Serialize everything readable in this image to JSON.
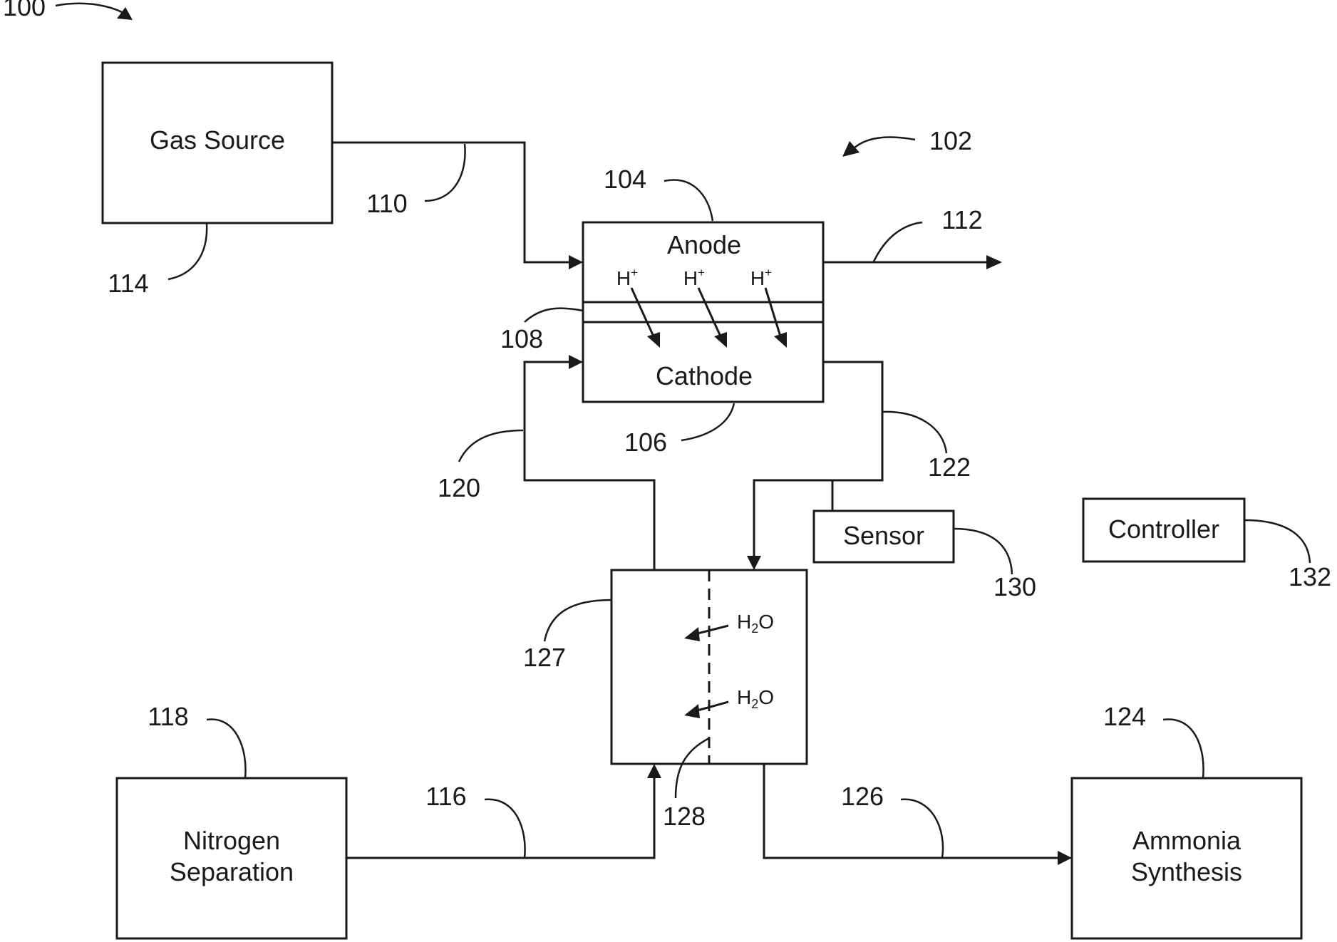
{
  "figure": {
    "ref_system": "100",
    "ref_cell": "102"
  },
  "gas_source": {
    "label": "Gas Source",
    "ref": "114"
  },
  "gas_line": {
    "ref": "110"
  },
  "cell": {
    "anode_label": "Anode",
    "anode_ref": "104",
    "cathode_label": "Cathode",
    "cathode_ref": "106",
    "membrane_ref": "108",
    "ion": "H",
    "ion_charge": "+"
  },
  "anode_exhaust": {
    "ref": "112"
  },
  "recycle_in": {
    "ref": "120"
  },
  "cathode_out": {
    "ref": "122"
  },
  "sensor": {
    "label": "Sensor",
    "ref": "130"
  },
  "controller": {
    "label": "Controller",
    "ref": "132"
  },
  "water_separator": {
    "ref": "127",
    "membrane_ref": "128",
    "species_main": "H",
    "species_sub": "2",
    "species_tail": "O"
  },
  "nitrogen_separation": {
    "label_line1": "Nitrogen",
    "label_line2": "Separation",
    "ref": "118"
  },
  "nitrogen_line": {
    "ref": "116"
  },
  "ammonia_synthesis": {
    "label_line1": "Ammonia",
    "label_line2": "Synthesis",
    "ref": "124"
  },
  "product_line": {
    "ref": "126"
  }
}
